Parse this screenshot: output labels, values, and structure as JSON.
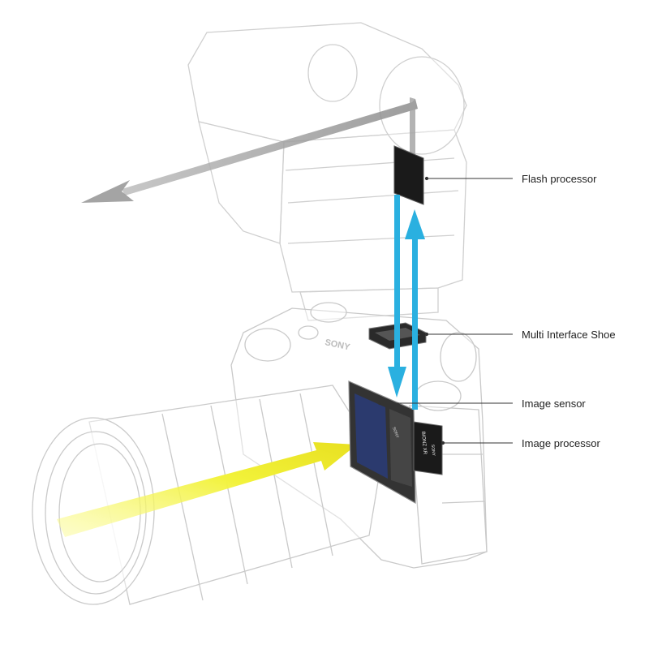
{
  "labels": {
    "flash_processor": "Flash processor",
    "multi_interface_shoe": "Multi Interface Shoe",
    "image_sensor": "Image sensor",
    "image_processor": "Image processor"
  },
  "chip_text": {
    "sensor_brand": "SONY",
    "processor_name": "BIONZ XR",
    "processor_brand": "SONY",
    "body_brand": "SONY"
  },
  "colors": {
    "light_arrow": "#f2f23a",
    "signal_arrow": "#2ab0e0",
    "flash_arrow": "#9a9a9a",
    "outline": "#c9c9c9",
    "chip": "#1a1a1a",
    "sensor": "#2b3a6e",
    "leader": "#333333"
  }
}
